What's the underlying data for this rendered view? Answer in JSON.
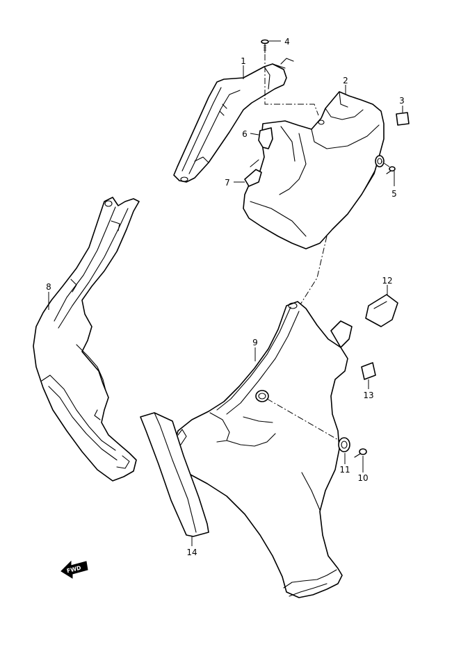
{
  "diagram": {
    "callouts": [
      {
        "id": "1",
        "label": "1"
      },
      {
        "id": "2",
        "label": "2"
      },
      {
        "id": "3",
        "label": "3"
      },
      {
        "id": "4",
        "label": "4"
      },
      {
        "id": "5",
        "label": "5"
      },
      {
        "id": "6",
        "label": "6"
      },
      {
        "id": "7",
        "label": "7"
      },
      {
        "id": "8",
        "label": "8"
      },
      {
        "id": "9",
        "label": "9"
      },
      {
        "id": "10",
        "label": "10"
      },
      {
        "id": "11",
        "label": "11"
      },
      {
        "id": "12",
        "label": "12"
      },
      {
        "id": "13",
        "label": "13"
      },
      {
        "id": "14",
        "label": "14"
      }
    ],
    "direction_arrow": {
      "label": "FWD"
    }
  }
}
